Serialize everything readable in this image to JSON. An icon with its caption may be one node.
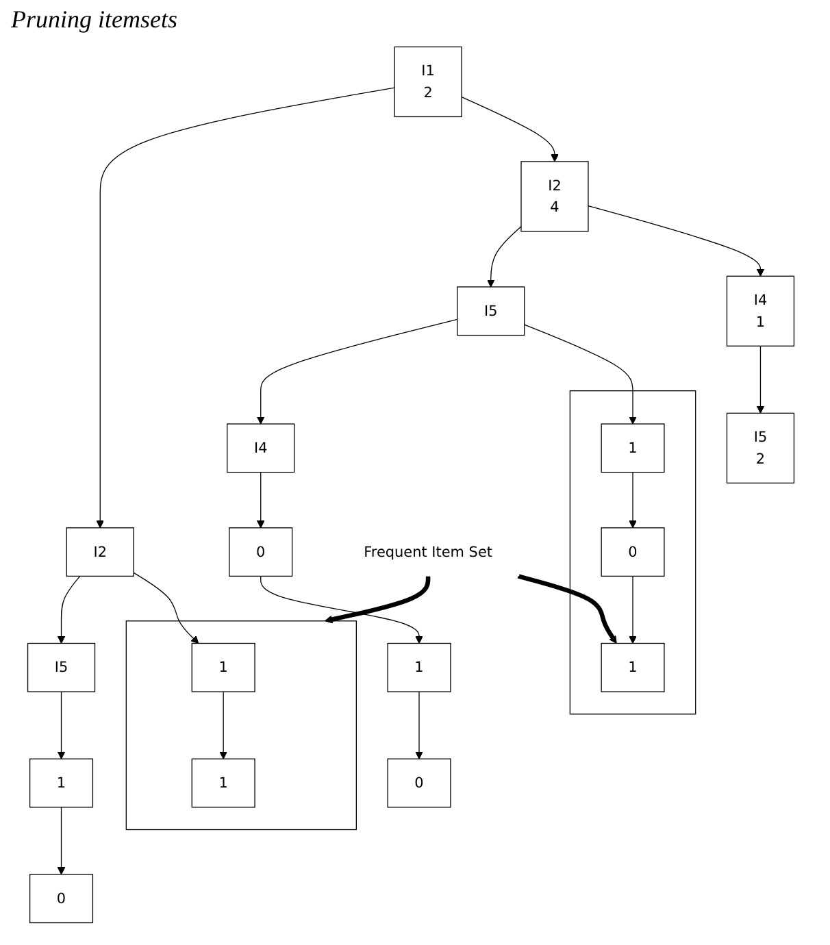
{
  "diagram": {
    "title": "Pruning itemsets",
    "nodes": [
      {
        "text": [
          "I1",
          "2"
        ]
      },
      {
        "text": [
          "I2"
        ]
      },
      {
        "text": [
          "I5"
        ]
      },
      {
        "text": [],
        "shape": "box"
      },
      {
        "text": [
          "1"
        ],
        "in": 3
      },
      {
        "text": [
          "1"
        ],
        "in": 3
      },
      {
        "text": [
          "1"
        ]
      },
      {
        "text": [
          "0"
        ]
      },
      {
        "text": [
          "Frequent Item Set"
        ]
      },
      {
        "text": [
          "I2",
          "4"
        ]
      },
      {
        "text": [
          "I5"
        ]
      },
      {
        "text": [
          "I4"
        ]
      },
      {
        "text": [],
        "shape": "box"
      },
      {
        "text": [
          "1"
        ],
        "in": 12
      },
      {
        "text": [
          "0"
        ],
        "in": 12
      },
      {
        "text": [
          "1"
        ],
        "in": 12
      },
      {
        "text": [
          "0"
        ]
      },
      {
        "text": [
          "1"
        ]
      },
      {
        "text": [
          "0"
        ]
      },
      {
        "text": [
          "I4",
          "1"
        ]
      },
      {
        "text": [
          "I5",
          "2"
        ]
      }
    ],
    "edges": [
      {
        "from": 0,
        "to": 1,
        "arrow": "to"
      },
      {
        "from": 1,
        "to": 2,
        "arrow": "to"
      },
      {
        "from": 1,
        "to": 4,
        "arrow": "to"
      },
      {
        "from": 4,
        "to": 5,
        "arrow": "to"
      },
      {
        "from": 2,
        "to": 6,
        "arrow": "to"
      },
      {
        "from": 6,
        "to": 7,
        "arrow": "to"
      },
      {
        "from": 0,
        "to": 9,
        "arrow": "to"
      },
      {
        "from": 8,
        "to": 3,
        "arrow": "to",
        "style": "thick"
      },
      {
        "from": 8,
        "to": 15,
        "arrow": "to",
        "style": "thick"
      },
      {
        "from": 9,
        "to": 10,
        "arrow": "to"
      },
      {
        "from": 10,
        "to": 11,
        "arrow": "to"
      },
      {
        "from": 10,
        "to": 13,
        "arrow": "to"
      },
      {
        "from": 13,
        "to": 14,
        "arrow": "to"
      },
      {
        "from": 14,
        "to": 15,
        "arrow": "to"
      },
      {
        "from": 11,
        "to": 16,
        "arrow": "to"
      },
      {
        "from": 16,
        "to": 17,
        "arrow": "to"
      },
      {
        "from": 17,
        "to": 18,
        "arrow": "to"
      },
      {
        "from": 9,
        "to": 19,
        "arrow": "to"
      },
      {
        "from": 19,
        "to": 20,
        "arrow": "to"
      }
    ]
  }
}
